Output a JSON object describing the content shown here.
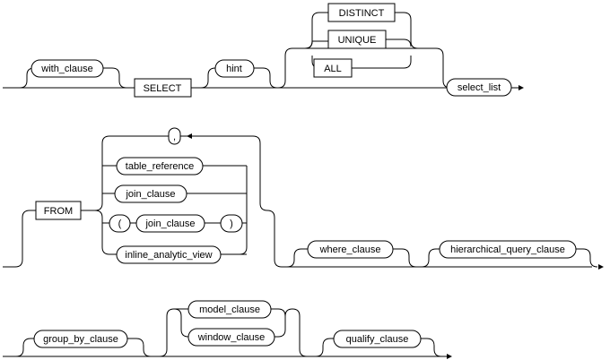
{
  "terminals": {
    "select": "SELECT",
    "distinct": "DISTINCT",
    "unique": "UNIQUE",
    "all": "ALL",
    "from": "FROM",
    "comma": ",",
    "lparen": "(",
    "rparen": ")"
  },
  "nonterminals": {
    "with_clause": "with_clause",
    "hint": "hint",
    "select_list": "select_list",
    "table_reference": "table_reference",
    "join_clause_1": "join_clause",
    "join_clause_2": "join_clause",
    "inline_analytic_view": "inline_analytic_view",
    "where_clause": "where_clause",
    "hierarchical_query_clause": "hierarchical_query_clause",
    "group_by_clause": "group_by_clause",
    "model_clause": "model_clause",
    "window_clause": "window_clause",
    "qualify_clause": "qualify_clause"
  }
}
